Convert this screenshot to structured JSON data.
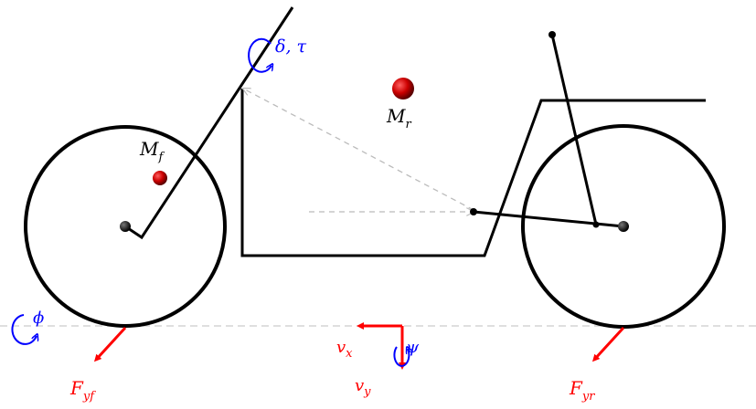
{
  "colors": {
    "frame": "#000000",
    "mass": "#c00000",
    "force": "#ff0000",
    "rotation": "#0000ff",
    "guide": "#bbbbbb"
  },
  "labels": {
    "steer": "δ, τ",
    "front_mass_main": "M",
    "front_mass_sub": "f",
    "rear_mass_main": "M",
    "rear_mass_sub": "r",
    "roll": "ϕ",
    "yaw": "ψ",
    "vx_main": "v",
    "vx_sub": "x",
    "vy_main": "v",
    "vy_sub": "y",
    "fyf_main": "F",
    "fyf_sub": "yf",
    "fyr_main": "F",
    "fyr_sub": "yr"
  },
  "icons": {
    "steer": "curved-rotation-arrow-icon",
    "roll": "curved-rotation-arrow-icon",
    "yaw": "curved-rotation-arrow-icon"
  }
}
